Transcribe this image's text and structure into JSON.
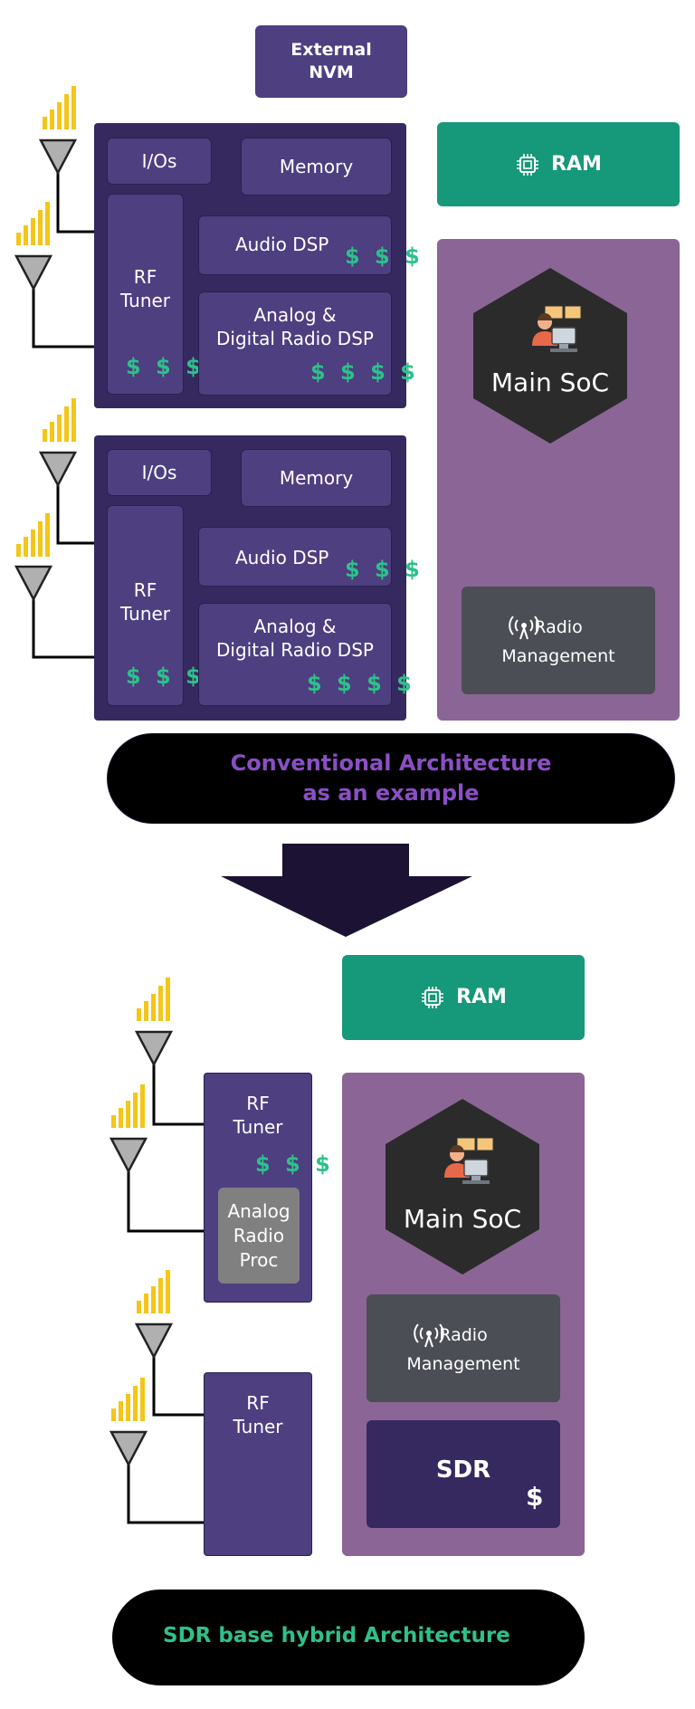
{
  "top": {
    "external_nvm": "External\nNVM",
    "ram": "RAM",
    "chip1": {
      "ios": "I/Os",
      "memory": "Memory",
      "rf_tuner": "RF\nTuner",
      "rf_cost": "$ $ $",
      "audio_dsp": "Audio DSP",
      "audio_cost": "$ $ $",
      "radio_dsp": "Analog &\nDigital Radio DSP",
      "radio_cost": "$ $ $ $"
    },
    "chip2": {
      "ios": "I/Os",
      "memory": "Memory",
      "rf_tuner": "RF\nTuner",
      "rf_cost": "$ $ $",
      "audio_dsp": "Audio DSP",
      "audio_cost": "$ $ $",
      "radio_dsp": "Analog &\nDigital Radio DSP",
      "radio_cost": "$ $ $ $"
    },
    "main_soc": "Main SoC",
    "radio_management": "Radio\nManagement",
    "caption": "Conventional Architecture\nas an example"
  },
  "bottom": {
    "ram": "RAM",
    "tuner1": {
      "rf_tuner": "RF\nTuner",
      "rf_cost": "$ $ $",
      "analog_proc": "Analog\nRadio\nProc"
    },
    "tuner2": {
      "rf_tuner": "RF\nTuner"
    },
    "main_soc": "Main SoC",
    "radio_management": "Radio\nManagement",
    "sdr": "SDR",
    "sdr_cost": "$",
    "caption": "SDR base hybrid Architecture"
  },
  "colors": {
    "dark_purple": "#35295f",
    "card_purple": "#4d3f80",
    "ram_green": "#16987a",
    "soc_purple": "#8b6596",
    "cost_green": "#2fc08a",
    "signal_yellow": "#f5c518",
    "caption_purple": "#8a4fc4",
    "caption_green": "#2fc08a"
  },
  "icons": [
    "signal-bars-icon",
    "antenna-icon",
    "chip-icon",
    "operator-icon",
    "radio-broadcast-icon",
    "down-arrow-icon"
  ]
}
